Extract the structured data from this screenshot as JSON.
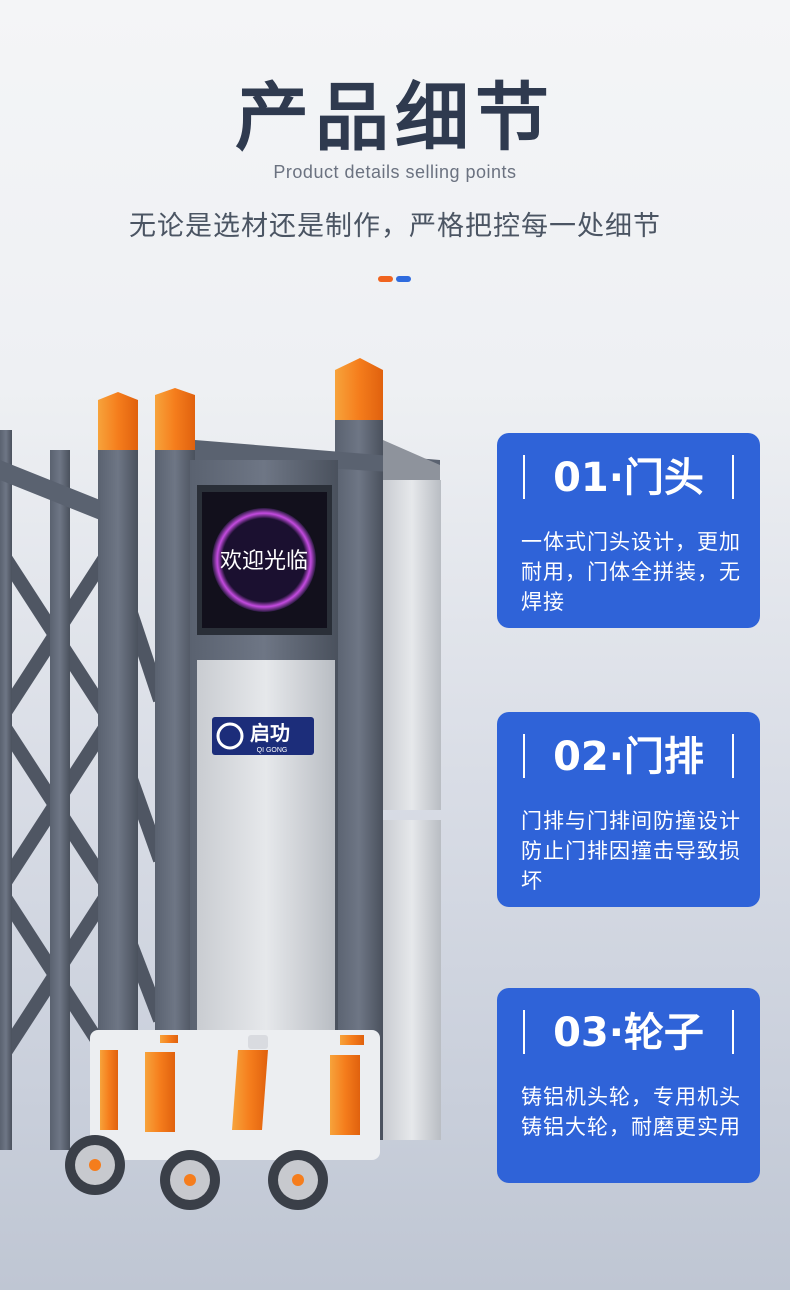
{
  "header": {
    "title": "产品细节",
    "subtitle_en": "Product details selling points",
    "subtitle_cn": "无论是选材还是制作，严格把控每一处细节"
  },
  "gate": {
    "display_text": "欢迎光临",
    "brand_cn": "启功",
    "brand_en": "QI GONG"
  },
  "colors": {
    "accent_orange": "#f0641f",
    "accent_blue": "#2f63d8",
    "title_dark": "#2f3a4f"
  },
  "features": [
    {
      "title": "01·门头",
      "text": "一体式门头设计，更加耐用，门体全拼装，无焊接"
    },
    {
      "title": "02·门排",
      "text": "门排与门排间防撞设计　防止门排因撞击导致损坏"
    },
    {
      "title": "03·轮子",
      "text": "铸铝机头轮，专用机头铸铝大轮，耐磨更实用"
    }
  ]
}
